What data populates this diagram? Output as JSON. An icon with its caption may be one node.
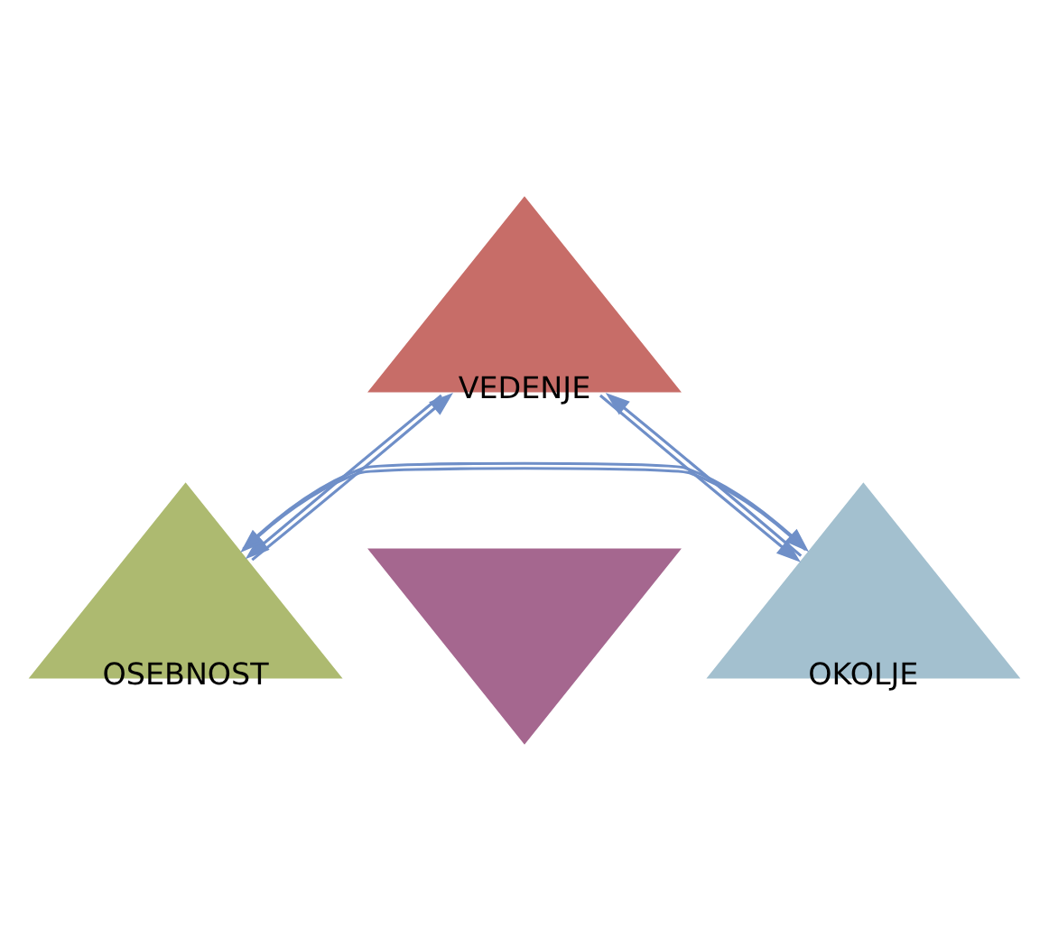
{
  "diagram": {
    "nodes": [
      {
        "text": [
          "VEDENJE"
        ]
      },
      {
        "text": [],
        "shape": "triangle"
      },
      {
        "text": [
          "OSEBNOST"
        ]
      },
      {
        "text": [
          "OKOLJE"
        ]
      }
    ],
    "edges": [
      {
        "from": 2,
        "to": 0,
        "arrow": "to"
      },
      {
        "from": 0,
        "to": 2,
        "arrow": "to"
      },
      {
        "from": 0,
        "to": 3,
        "arrow": "to"
      },
      {
        "from": 3,
        "to": 0,
        "arrow": "to"
      },
      {
        "from": 3,
        "to": 2,
        "arrow": "to"
      },
      {
        "from": 2,
        "to": 3,
        "arrow": "to"
      }
    ]
  }
}
